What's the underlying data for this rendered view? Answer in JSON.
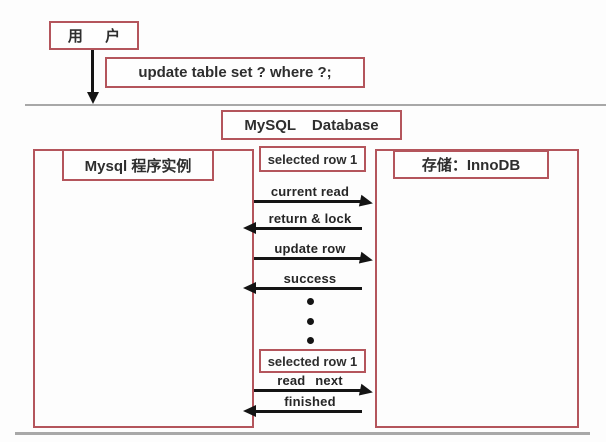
{
  "colors": {
    "box_border": "#b4555c",
    "divider_gray": "#a8a8a8",
    "arrow_black": "#141414",
    "text": "#2e2e2e"
  },
  "user_box": {
    "label": "用 户"
  },
  "query_box": {
    "label": "update table set ? where ?;"
  },
  "database_box": {
    "label": "MySQL Database"
  },
  "left_panel": {
    "title": "Mysql 程序实例"
  },
  "right_panel": {
    "title": "存储：InnoDB"
  },
  "sequence": {
    "top_row_box": "selected row 1",
    "bottom_row_box": "selected row 1",
    "messages": [
      {
        "label": "current read",
        "direction": "right"
      },
      {
        "label": "return & lock",
        "direction": "left"
      },
      {
        "label": "update row",
        "direction": "right"
      },
      {
        "label": "success",
        "direction": "left"
      },
      {
        "label": "read next",
        "direction": "right"
      },
      {
        "label": "finished",
        "direction": "left"
      }
    ],
    "ellipsis_dots": 3
  }
}
